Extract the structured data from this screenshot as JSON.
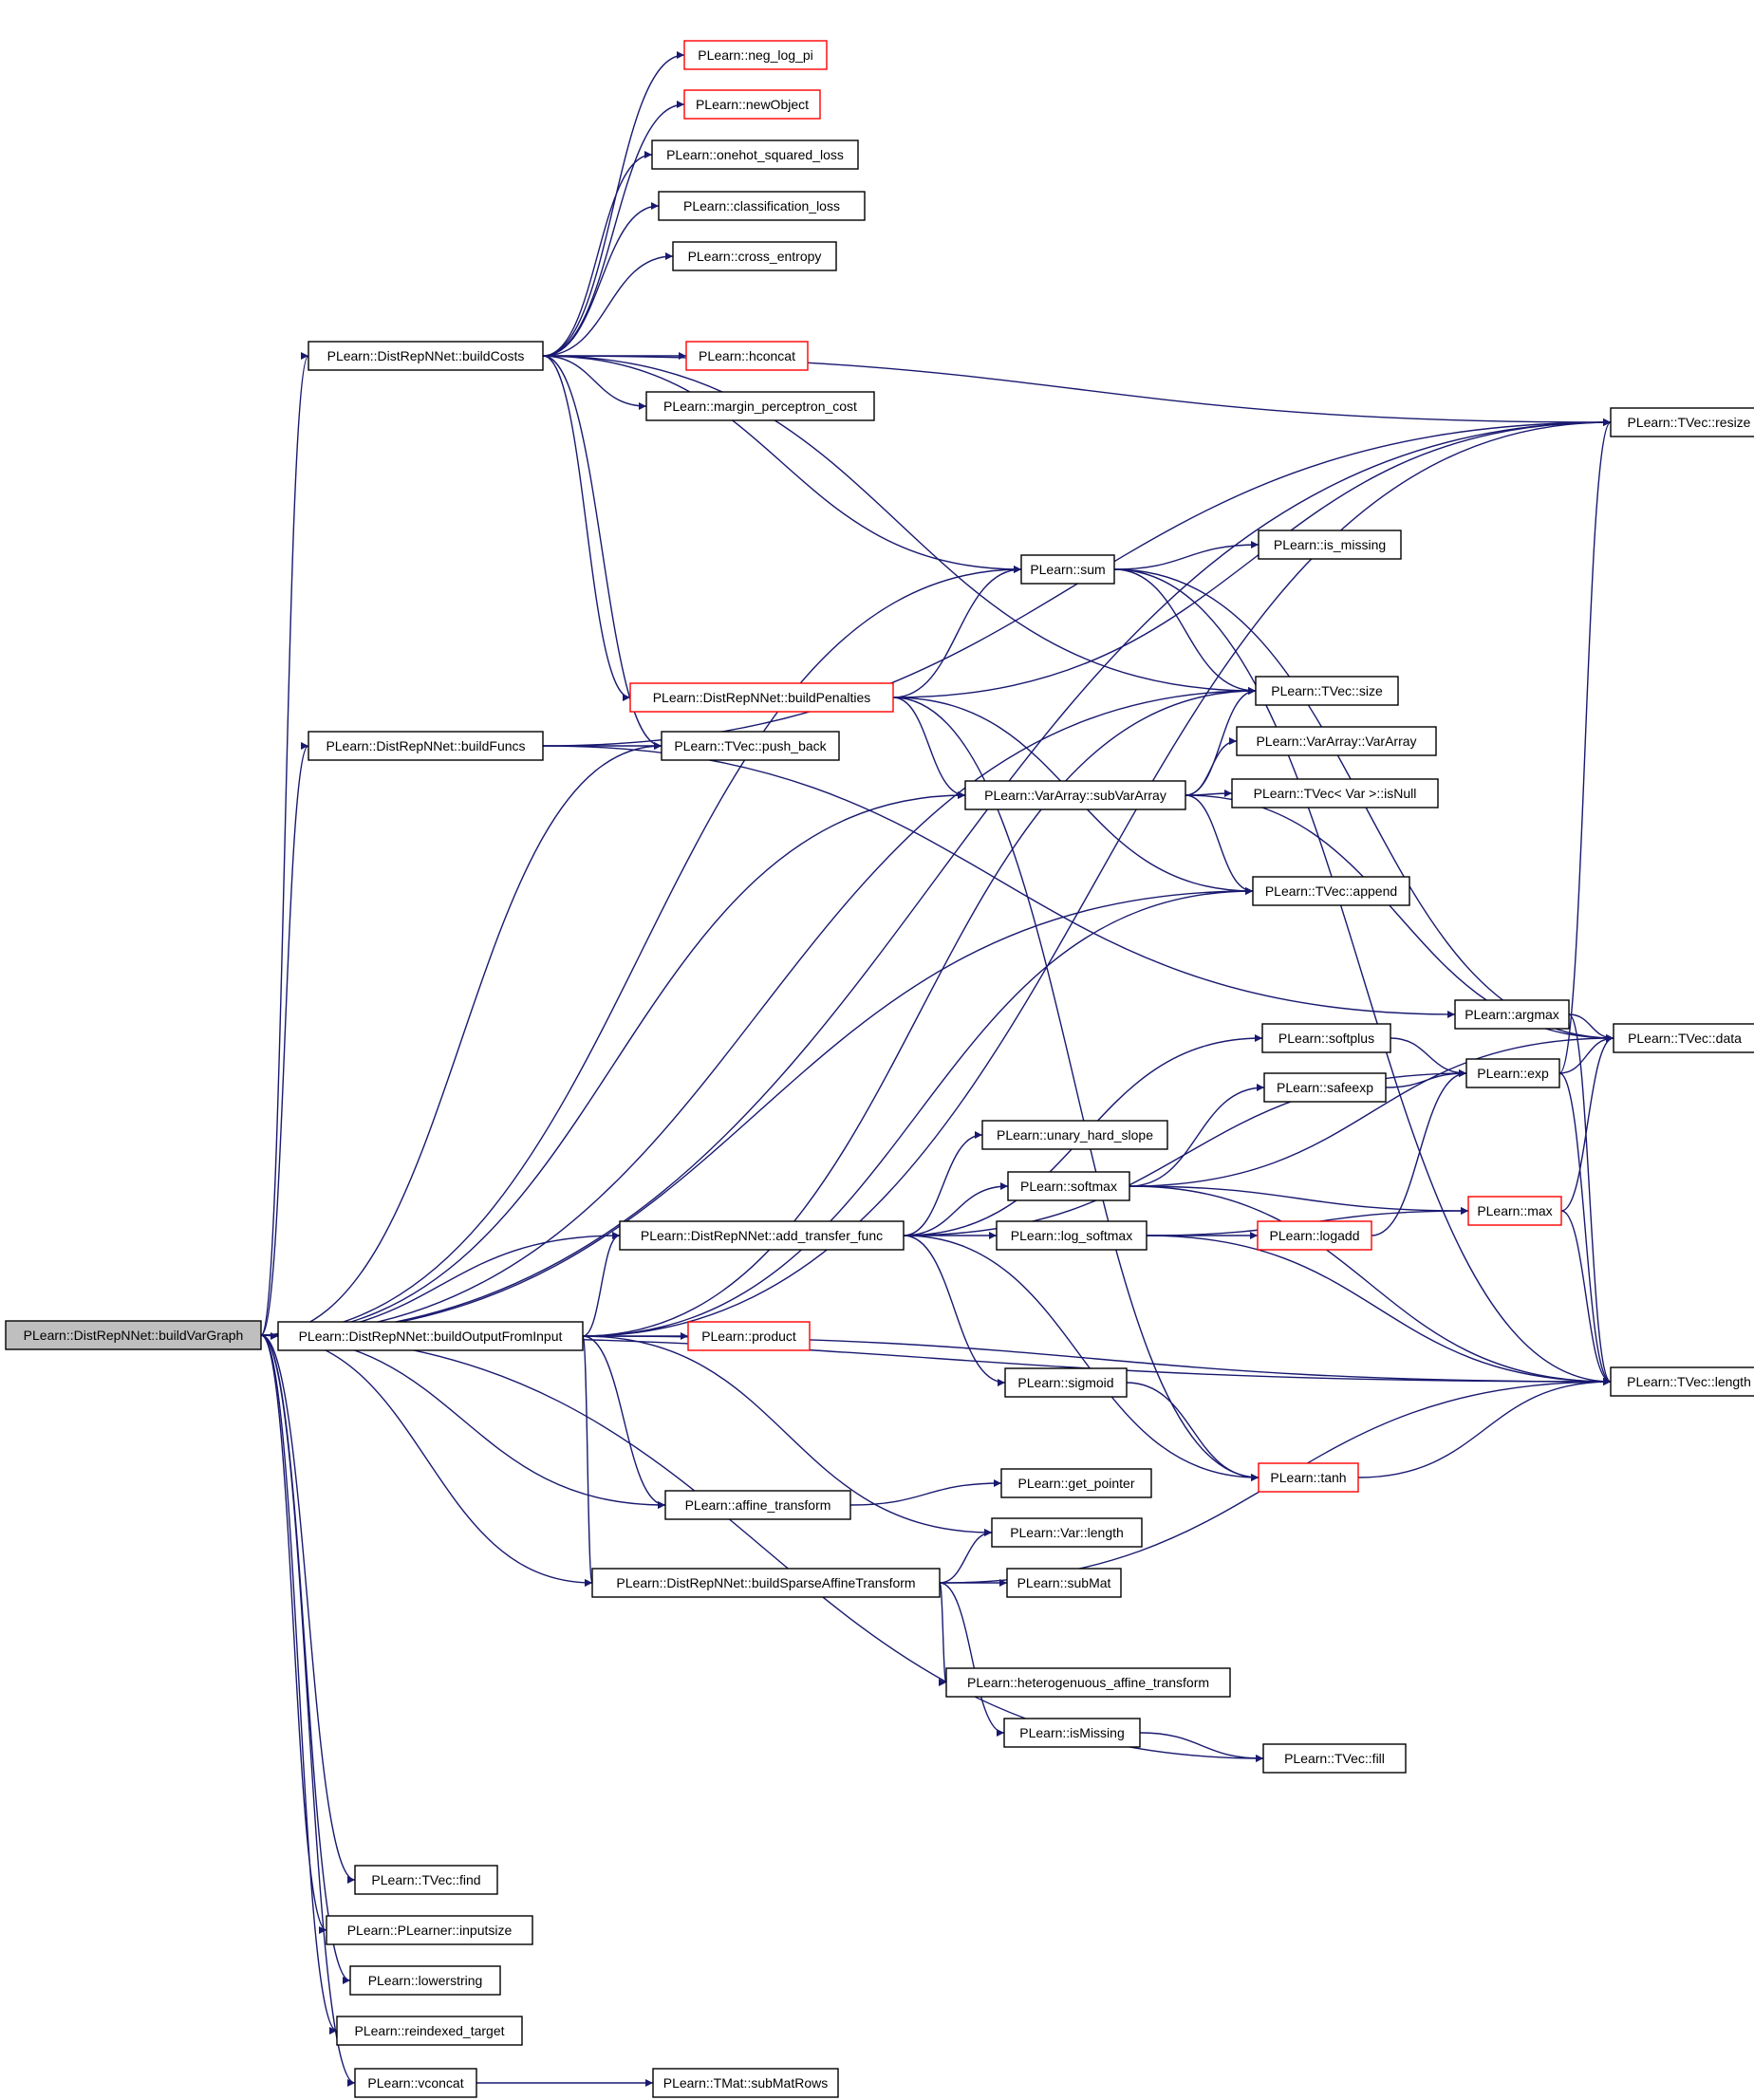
{
  "colors": {
    "edge": "#191970",
    "node_border": "#000000",
    "node_border_truncated": "#ff0000",
    "root_fill": "#bfbfbf",
    "node_fill": "#ffffff",
    "text": "#000000"
  },
  "nodes": [
    {
      "id": "buildVarGraph",
      "label": "PLearn::DistRepNNet::buildVarGraph",
      "root": true
    },
    {
      "id": "buildCosts",
      "label": "PLearn::DistRepNNet::buildCosts"
    },
    {
      "id": "buildFuncs",
      "label": "PLearn::DistRepNNet::buildFuncs"
    },
    {
      "id": "buildOutputFromInput",
      "label": "PLearn::DistRepNNet::buildOutputFromInput"
    },
    {
      "id": "buildPenalties",
      "label": "PLearn::DistRepNNet::buildPenalties",
      "truncated": true
    },
    {
      "id": "add_transfer_func",
      "label": "PLearn::DistRepNNet::add_transfer_func"
    },
    {
      "id": "buildSparseAffineTransform",
      "label": "PLearn::DistRepNNet::buildSparseAffineTransform"
    },
    {
      "id": "neg_log_pi",
      "label": "PLearn::neg_log_pi",
      "truncated": true
    },
    {
      "id": "newObject",
      "label": "PLearn::newObject",
      "truncated": true
    },
    {
      "id": "onehot_squared_loss",
      "label": "PLearn::onehot_squared_loss"
    },
    {
      "id": "classification_loss",
      "label": "PLearn::classification_loss"
    },
    {
      "id": "cross_entropy",
      "label": "PLearn::cross_entropy"
    },
    {
      "id": "hconcat",
      "label": "PLearn::hconcat",
      "truncated": true
    },
    {
      "id": "margin_perceptron_cost",
      "label": "PLearn::margin_perceptron_cost"
    },
    {
      "id": "push_back",
      "label": "PLearn::TVec::push_back"
    },
    {
      "id": "product",
      "label": "PLearn::product",
      "truncated": true
    },
    {
      "id": "affine_transform",
      "label": "PLearn::affine_transform"
    },
    {
      "id": "get_pointer",
      "label": "PLearn::get_pointer"
    },
    {
      "id": "var_length",
      "label": "PLearn::Var::length"
    },
    {
      "id": "subMat",
      "label": "PLearn::subMat"
    },
    {
      "id": "heterogenuous_affine_transform",
      "label": "PLearn::heterogenuous_affine_transform"
    },
    {
      "id": "isMissing",
      "label": "PLearn::isMissing"
    },
    {
      "id": "tvec_fill",
      "label": "PLearn::TVec::fill"
    },
    {
      "id": "tvec_find",
      "label": "PLearn::TVec::find"
    },
    {
      "id": "inputsize",
      "label": "PLearn::PLearner::inputsize"
    },
    {
      "id": "lowerstring",
      "label": "PLearn::lowerstring"
    },
    {
      "id": "reindexed_target",
      "label": "PLearn::reindexed_target"
    },
    {
      "id": "vconcat",
      "label": "PLearn::vconcat"
    },
    {
      "id": "subMatRows",
      "label": "PLearn::TMat::subMatRows"
    },
    {
      "id": "sum",
      "label": "PLearn::sum"
    },
    {
      "id": "is_missing",
      "label": "PLearn::is_missing"
    },
    {
      "id": "tvec_size",
      "label": "PLearn::TVec::size"
    },
    {
      "id": "varArray_ctor",
      "label": "PLearn::VarArray::VarArray"
    },
    {
      "id": "subVarArray",
      "label": "PLearn::VarArray::subVarArray"
    },
    {
      "id": "isNull",
      "label": "PLearn::TVec< Var >::isNull"
    },
    {
      "id": "tvec_append",
      "label": "PLearn::TVec::append"
    },
    {
      "id": "argmax",
      "label": "PLearn::argmax"
    },
    {
      "id": "softplus",
      "label": "PLearn::softplus"
    },
    {
      "id": "exp",
      "label": "PLearn::exp"
    },
    {
      "id": "safeexp",
      "label": "PLearn::safeexp"
    },
    {
      "id": "unary_hard_slope",
      "label": "PLearn::unary_hard_slope"
    },
    {
      "id": "softmax",
      "label": "PLearn::softmax"
    },
    {
      "id": "max",
      "label": "PLearn::max",
      "truncated": true
    },
    {
      "id": "log_softmax",
      "label": "PLearn::log_softmax"
    },
    {
      "id": "logadd",
      "label": "PLearn::logadd",
      "truncated": true
    },
    {
      "id": "sigmoid",
      "label": "PLearn::sigmoid"
    },
    {
      "id": "tanh",
      "label": "PLearn::tanh",
      "truncated": true
    },
    {
      "id": "tvec_resize",
      "label": "PLearn::TVec::resize"
    },
    {
      "id": "tvec_data",
      "label": "PLearn::TVec::data"
    },
    {
      "id": "tvec_length",
      "label": "PLearn::TVec::length"
    }
  ],
  "edges": [
    [
      "buildVarGraph",
      "tvec_resize"
    ],
    [
      "buildVarGraph",
      "buildCosts"
    ],
    [
      "buildVarGraph",
      "sum"
    ],
    [
      "buildVarGraph",
      "buildFuncs"
    ],
    [
      "buildVarGraph",
      "push_back"
    ],
    [
      "buildVarGraph",
      "tvec_size"
    ],
    [
      "buildVarGraph",
      "subVarArray"
    ],
    [
      "buildVarGraph",
      "tvec_append"
    ],
    [
      "buildVarGraph",
      "add_transfer_func"
    ],
    [
      "buildVarGraph",
      "buildOutputFromInput"
    ],
    [
      "buildVarGraph",
      "affine_transform"
    ],
    [
      "buildVarGraph",
      "buildSparseAffineTransform"
    ],
    [
      "buildVarGraph",
      "tvec_fill"
    ],
    [
      "buildVarGraph",
      "tvec_length"
    ],
    [
      "buildVarGraph",
      "tvec_find"
    ],
    [
      "buildVarGraph",
      "inputsize"
    ],
    [
      "buildVarGraph",
      "lowerstring"
    ],
    [
      "buildVarGraph",
      "reindexed_target"
    ],
    [
      "buildVarGraph",
      "vconcat"
    ],
    [
      "buildCosts",
      "neg_log_pi"
    ],
    [
      "buildCosts",
      "newObject"
    ],
    [
      "buildCosts",
      "onehot_squared_loss"
    ],
    [
      "buildCosts",
      "classification_loss"
    ],
    [
      "buildCosts",
      "cross_entropy"
    ],
    [
      "buildCosts",
      "tvec_resize"
    ],
    [
      "buildCosts",
      "hconcat"
    ],
    [
      "buildCosts",
      "margin_perceptron_cost"
    ],
    [
      "buildCosts",
      "sum"
    ],
    [
      "buildCosts",
      "tvec_size"
    ],
    [
      "buildCosts",
      "buildPenalties"
    ],
    [
      "buildCosts",
      "push_back"
    ],
    [
      "buildFuncs",
      "tvec_resize"
    ],
    [
      "buildFuncs",
      "push_back"
    ],
    [
      "buildFuncs",
      "argmax"
    ],
    [
      "buildOutputFromInput",
      "tvec_resize"
    ],
    [
      "buildOutputFromInput",
      "tvec_size"
    ],
    [
      "buildOutputFromInput",
      "tvec_append"
    ],
    [
      "buildOutputFromInput",
      "add_transfer_func"
    ],
    [
      "buildOutputFromInput",
      "product"
    ],
    [
      "buildOutputFromInput",
      "affine_transform"
    ],
    [
      "buildOutputFromInput",
      "var_length"
    ],
    [
      "buildOutputFromInput",
      "buildSparseAffineTransform"
    ],
    [
      "buildOutputFromInput",
      "tvec_length"
    ],
    [
      "buildPenalties",
      "tvec_resize"
    ],
    [
      "buildPenalties",
      "sum"
    ],
    [
      "buildPenalties",
      "subVarArray"
    ],
    [
      "buildPenalties",
      "tvec_append"
    ],
    [
      "buildPenalties",
      "tanh"
    ],
    [
      "add_transfer_func",
      "exp"
    ],
    [
      "add_transfer_func",
      "softplus"
    ],
    [
      "add_transfer_func",
      "unary_hard_slope"
    ],
    [
      "add_transfer_func",
      "softmax"
    ],
    [
      "add_transfer_func",
      "log_softmax"
    ],
    [
      "add_transfer_func",
      "sigmoid"
    ],
    [
      "add_transfer_func",
      "tanh"
    ],
    [
      "affine_transform",
      "get_pointer"
    ],
    [
      "buildSparseAffineTransform",
      "var_length"
    ],
    [
      "buildSparseAffineTransform",
      "subMat"
    ],
    [
      "buildSparseAffineTransform",
      "heterogenuous_affine_transform"
    ],
    [
      "buildSparseAffineTransform",
      "isMissing"
    ],
    [
      "buildSparseAffineTransform",
      "tvec_length"
    ],
    [
      "isMissing",
      "tvec_fill"
    ],
    [
      "vconcat",
      "subMatRows"
    ],
    [
      "sum",
      "is_missing"
    ],
    [
      "sum",
      "tvec_size"
    ],
    [
      "sum",
      "tvec_data"
    ],
    [
      "sum",
      "tvec_length"
    ],
    [
      "subVarArray",
      "tvec_size"
    ],
    [
      "subVarArray",
      "varArray_ctor"
    ],
    [
      "subVarArray",
      "isNull"
    ],
    [
      "subVarArray",
      "tvec_append"
    ],
    [
      "subVarArray",
      "tvec_data"
    ],
    [
      "argmax",
      "tvec_data"
    ],
    [
      "argmax",
      "tvec_length"
    ],
    [
      "softplus",
      "exp"
    ],
    [
      "exp",
      "tvec_resize"
    ],
    [
      "exp",
      "tvec_data"
    ],
    [
      "exp",
      "tvec_length"
    ],
    [
      "safeexp",
      "exp"
    ],
    [
      "softmax",
      "safeexp"
    ],
    [
      "softmax",
      "tvec_data"
    ],
    [
      "softmax",
      "max"
    ],
    [
      "softmax",
      "tvec_length"
    ],
    [
      "log_softmax",
      "logadd"
    ],
    [
      "log_softmax",
      "max"
    ],
    [
      "log_softmax",
      "tvec_length"
    ],
    [
      "logadd",
      "exp"
    ],
    [
      "max",
      "tvec_data"
    ],
    [
      "max",
      "tvec_length"
    ],
    [
      "sigmoid",
      "tanh"
    ],
    [
      "tanh",
      "tvec_length"
    ]
  ]
}
